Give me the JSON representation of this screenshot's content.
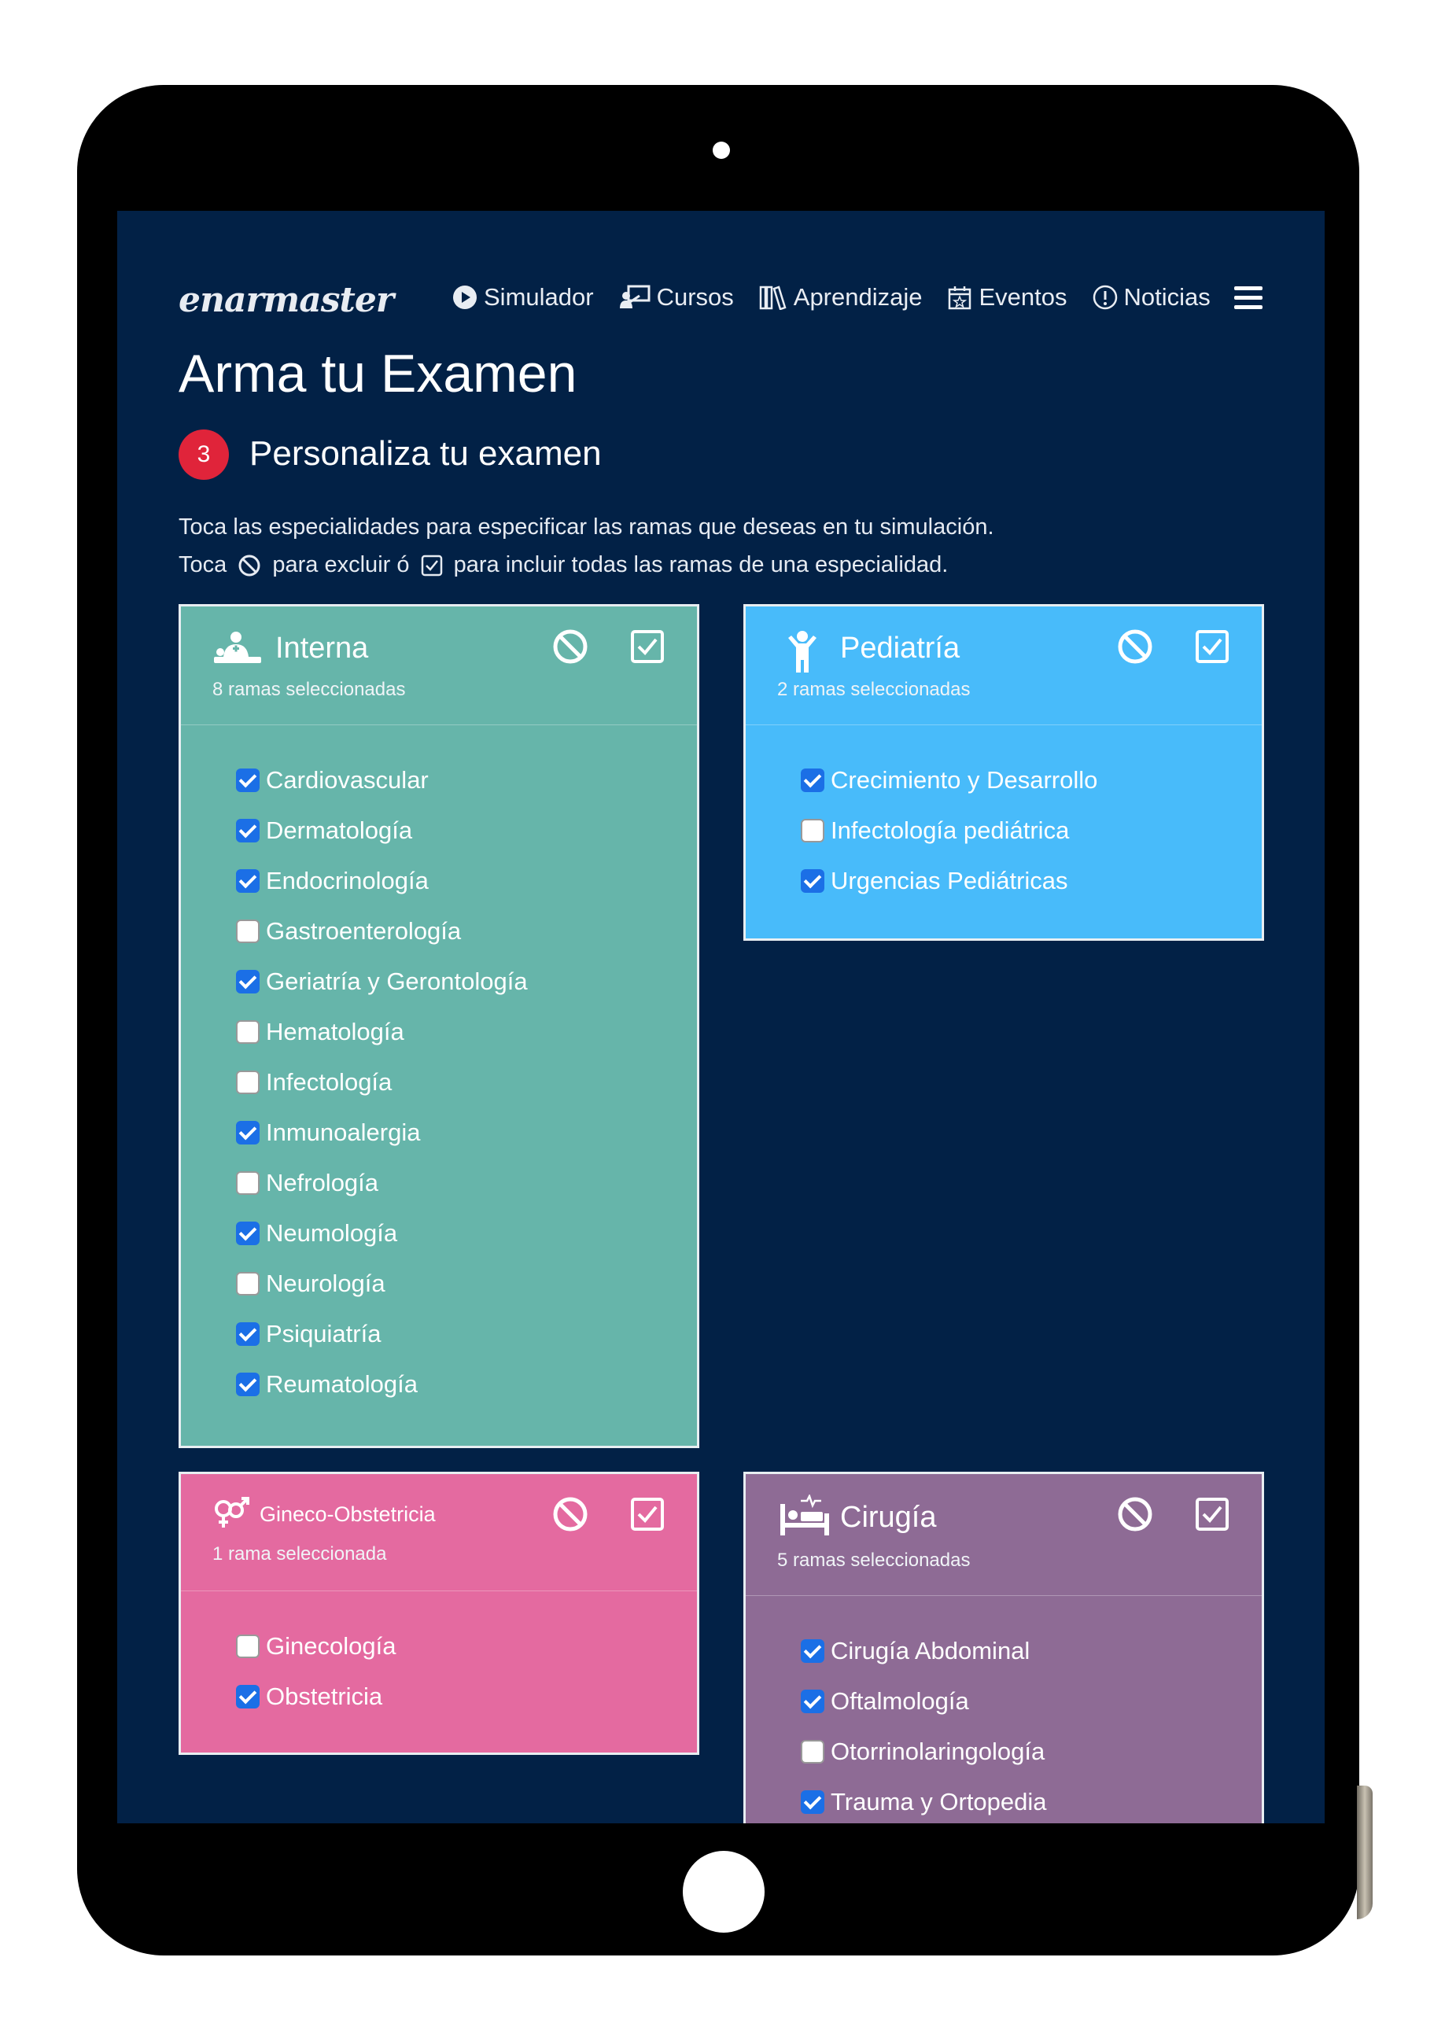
{
  "app": {
    "logo": "enarmaster"
  },
  "nav": {
    "items": [
      {
        "label": "Simulador",
        "icon": "play-circle-icon"
      },
      {
        "label": "Cursos",
        "icon": "teacher-board-icon"
      },
      {
        "label": "Aprendizaje",
        "icon": "books-icon"
      },
      {
        "label": "Eventos",
        "icon": "calendar-star-icon"
      },
      {
        "label": "Noticias",
        "icon": "info-circle-icon"
      }
    ],
    "menu_icon": "hamburger-icon"
  },
  "page": {
    "title": "Arma tu Examen",
    "step_number": "3",
    "step_title": "Personaliza tu examen",
    "instruction_line1": "Toca las especialidades para especificar las ramas que deseas en tu simulación.",
    "instruction_line2_a": "Toca",
    "instruction_line2_b": "para excluir ó",
    "instruction_line2_c": "para incluir todas las ramas de una especialidad."
  },
  "colors": {
    "background": "#022146",
    "interna": "#66b5aa",
    "pediatria": "#48bbfa",
    "gineco": "#e46aa0",
    "cirugia": "#8e6b95",
    "badge": "#e0243a",
    "checkbox": "#1b6fe6"
  },
  "cards": {
    "interna": {
      "title": "Interna",
      "subtitle": "8 ramas seleccionadas",
      "icon": "doctor-patient-icon",
      "items": [
        {
          "label": "Cardiovascular",
          "checked": true
        },
        {
          "label": "Dermatología",
          "checked": true
        },
        {
          "label": "Endocrinología",
          "checked": true
        },
        {
          "label": "Gastroenterología",
          "checked": false
        },
        {
          "label": "Geriatría y Gerontología",
          "checked": true
        },
        {
          "label": "Hematología",
          "checked": false
        },
        {
          "label": "Infectología",
          "checked": false
        },
        {
          "label": "Inmunoalergia",
          "checked": true
        },
        {
          "label": "Nefrología",
          "checked": false
        },
        {
          "label": "Neumología",
          "checked": true
        },
        {
          "label": "Neurología",
          "checked": false
        },
        {
          "label": "Psiquiatría",
          "checked": true
        },
        {
          "label": "Reumatología",
          "checked": true
        }
      ]
    },
    "pediatria": {
      "title": "Pediatría",
      "subtitle": "2 ramas seleccionadas",
      "icon": "child-icon",
      "items": [
        {
          "label": "Crecimiento y Desarrollo",
          "checked": true
        },
        {
          "label": "Infectología pediátrica",
          "checked": false
        },
        {
          "label": "Urgencias Pediátricas",
          "checked": true
        }
      ]
    },
    "gineco": {
      "title": "Gineco-Obstetricia",
      "subtitle": "1 rama seleccionada",
      "icon": "gender-icon",
      "items": [
        {
          "label": "Ginecología",
          "checked": false
        },
        {
          "label": "Obstetricia",
          "checked": true
        }
      ]
    },
    "cirugia": {
      "title": "Cirugía",
      "subtitle": "5 ramas seleccionadas",
      "icon": "hospital-bed-icon",
      "items": [
        {
          "label": "Cirugía Abdominal",
          "checked": true
        },
        {
          "label": "Oftalmología",
          "checked": true
        },
        {
          "label": "Otorrinolaringología",
          "checked": false
        },
        {
          "label": "Trauma y Ortopedia",
          "checked": true
        }
      ]
    }
  }
}
